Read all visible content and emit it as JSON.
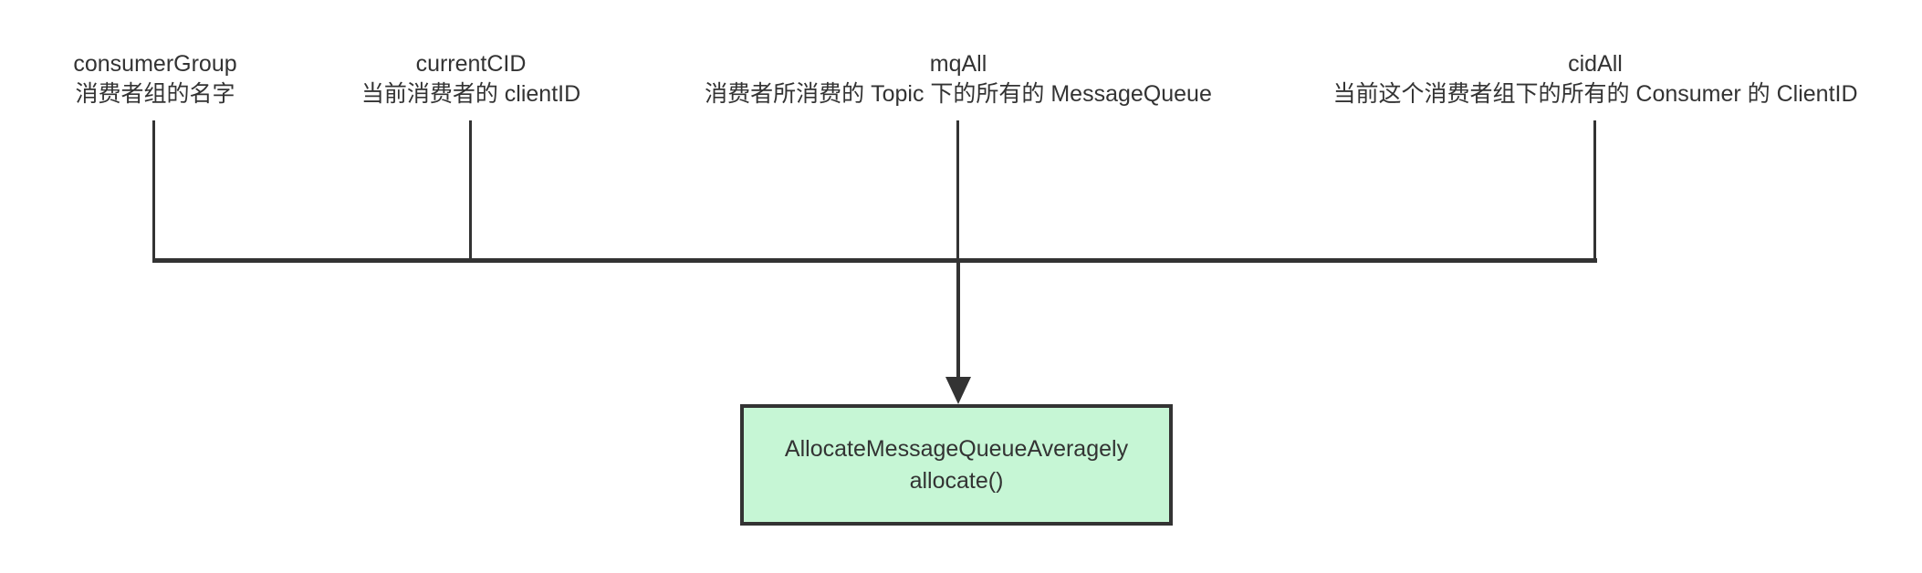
{
  "diagram": {
    "params": [
      {
        "name": "consumerGroup",
        "desc": "消费者组的名字"
      },
      {
        "name": "currentCID",
        "desc": "当前消费者的 clientID"
      },
      {
        "name": "mqAll",
        "desc": "消费者所消费的 Topic 下的所有的 MessageQueue"
      },
      {
        "name": "cidAll",
        "desc": "当前这个消费者组下的所有的 Consumer 的 ClientID"
      }
    ],
    "target": {
      "class_name": "AllocateMessageQueueAveragely",
      "method": "allocate()"
    },
    "colors": {
      "line": "#333333",
      "text": "#333333",
      "box_fill": "#c6f6d5",
      "box_border": "#333333",
      "bg": "#ffffff"
    }
  }
}
